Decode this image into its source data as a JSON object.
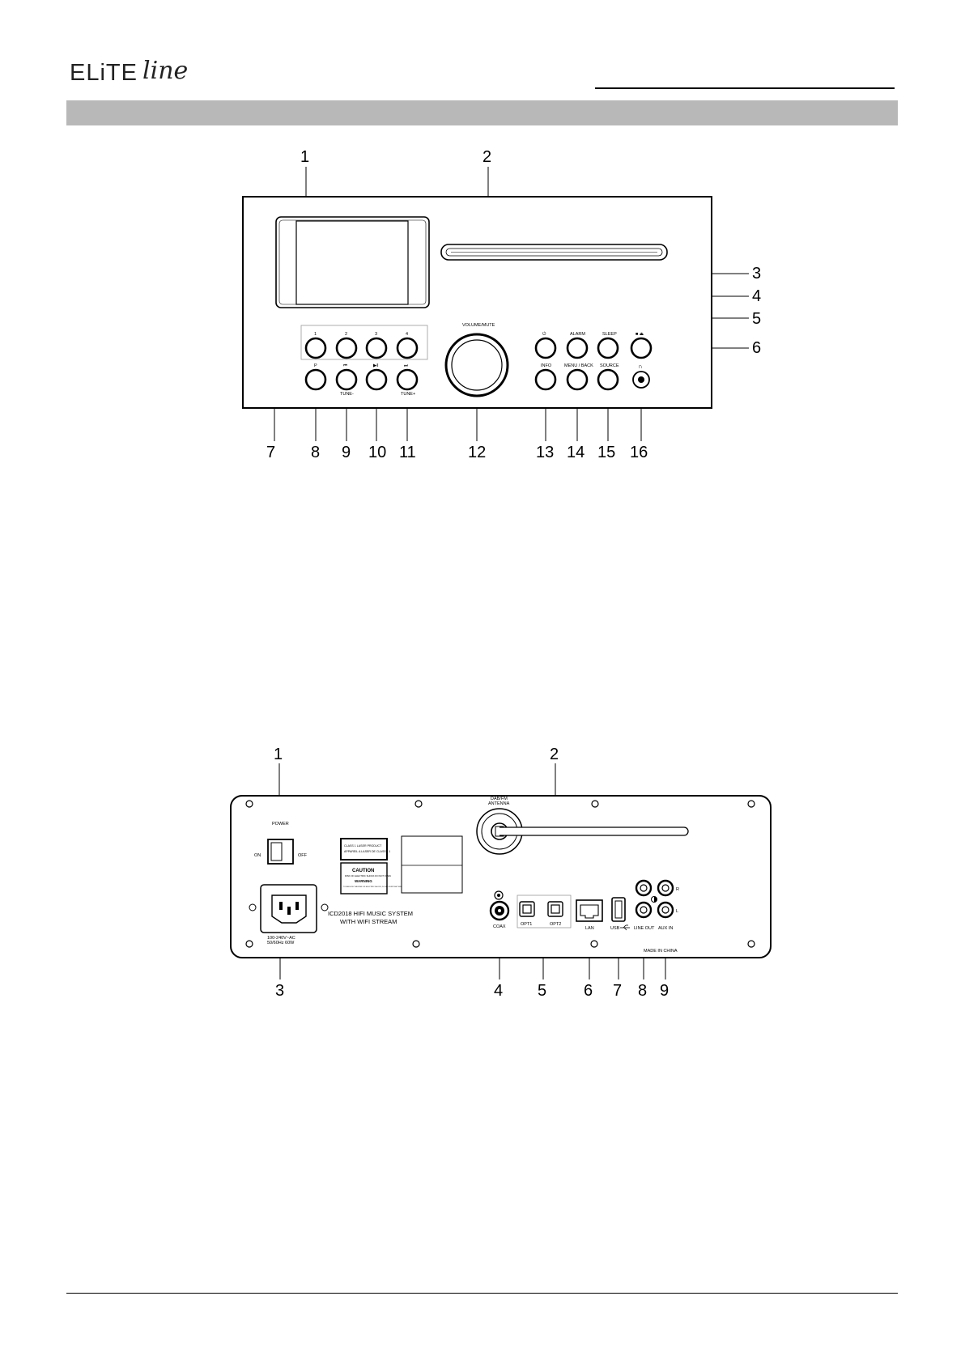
{
  "header": {
    "brand_text": "ELiTE",
    "brand_script": "line"
  },
  "front_panel": {
    "callouts": [
      "1",
      "2",
      "3",
      "4",
      "5",
      "6",
      "7",
      "8",
      "9",
      "10",
      "11",
      "12",
      "13",
      "14",
      "15",
      "16"
    ],
    "labels": {
      "preset_1": "1",
      "preset_2": "2",
      "preset_3": "3",
      "preset_4": "4",
      "preset_p": "P",
      "prev": "⏮",
      "play_pause": "▶‖",
      "next": "⏭",
      "tune_minus": "TUNE-",
      "tune_plus": "TUNE+",
      "volume": "VOLUME/MUTE",
      "power_symbol": "⏻",
      "alarm": "ALARM",
      "sleep": "SLEEP",
      "stop_eject": "■ ⏏",
      "info": "INFO",
      "menu_back": "MENU / BACK",
      "source": "SOURCE",
      "headphone": "∩"
    }
  },
  "rear_panel": {
    "callouts": [
      "1",
      "2",
      "3",
      "4",
      "5",
      "6",
      "7",
      "8",
      "9"
    ],
    "labels": {
      "power": "POWER",
      "on": "ON",
      "off": "OFF",
      "ac_rating": "100-240V~AC",
      "ac_rating_2": "50/60Hz 60W",
      "laser_line_1": "CLASS 1 LASER PRODUCT",
      "laser_line_2": "APPAREIL A LASER DE CLASSE 1",
      "caution": "CAUTION",
      "caution_sub": "RISK OF ELECTRIC SHOCK DO NOT OPEN",
      "warning": "WARNING",
      "warning_sub": "TO REDUCE THE RISK OF ELECTRIC SHOCK, DO NOT EXPOSE THIS EQUIPMENT TO RAIN OR MOISTURE",
      "model_line_1": "ICD2018 HIFI MUSIC SYSTEM",
      "model_line_2": "WITH WIFI STREAM",
      "antenna_1": "DAB/FM",
      "antenna_2": "ANTENNA",
      "coax": "COAX",
      "opt1": "OPT1",
      "opt2": "OPT2",
      "lan": "LAN",
      "usb": "USB",
      "line_out": "LINE OUT",
      "aux_in": "AUX IN",
      "r": "R",
      "l": "L",
      "made_in": "MADE IN CHINA"
    }
  }
}
